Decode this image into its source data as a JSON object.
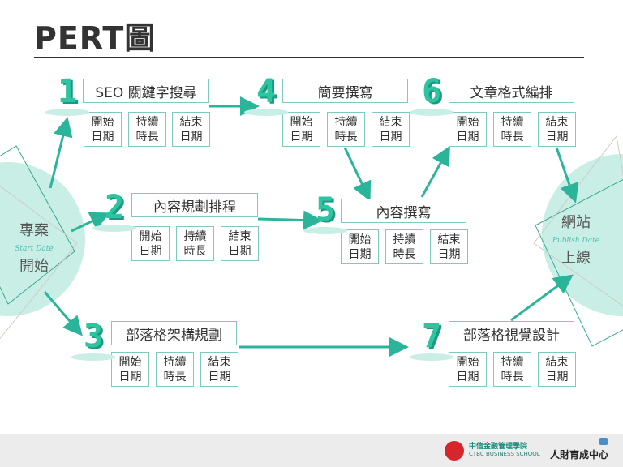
{
  "title": "PERT圖",
  "start": {
    "line1": "專案",
    "script": "Start Date",
    "line2": "開始"
  },
  "end": {
    "line1": "網站",
    "script": "Publish Date",
    "line2": "上線"
  },
  "sub_labels": {
    "start": [
      "開始",
      "日期"
    ],
    "duration": [
      "持續",
      "時長"
    ],
    "finish": [
      "結束",
      "日期"
    ]
  },
  "tasks": [
    {
      "num": "1",
      "name": "SEO 關鍵字搜尋"
    },
    {
      "num": "2",
      "name": "內容規劃排程"
    },
    {
      "num": "3",
      "name": "部落格架構規劃"
    },
    {
      "num": "4",
      "name": "簡要撰寫"
    },
    {
      "num": "5",
      "name": "內容撰寫"
    },
    {
      "num": "6",
      "name": "文章格式編排"
    },
    {
      "num": "7",
      "name": "部落格視覺設計"
    }
  ],
  "footer": {
    "school_cn": "中信金融管理學院",
    "school_en": "CTBC BUSINESS SCHOOL",
    "center": "人財育成中心"
  },
  "colors": {
    "accent": "#2ec4a2",
    "box_border": "#7fc9c0",
    "circle": "#c8eee6"
  }
}
